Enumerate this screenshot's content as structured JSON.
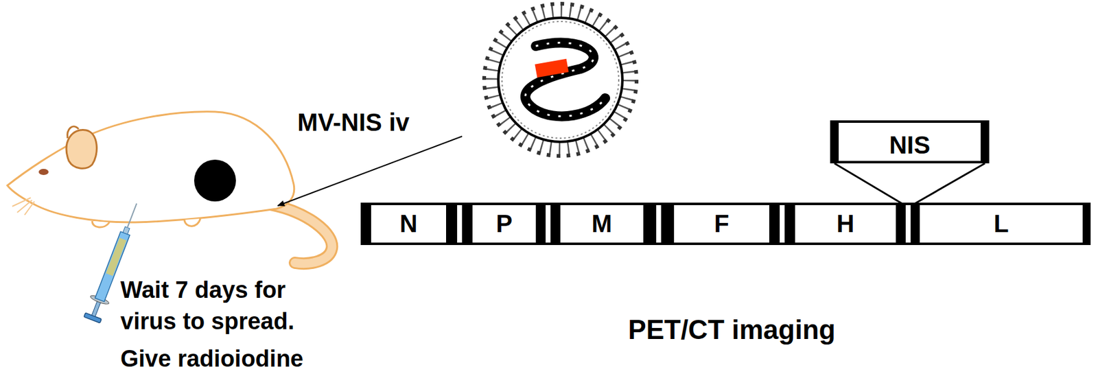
{
  "diagram": {
    "nodes": [
      {
        "text": [
          "N"
        ]
      },
      {
        "text": [
          "P"
        ]
      },
      {
        "text": [
          "M"
        ]
      },
      {
        "text": [
          "F"
        ]
      },
      {
        "text": [
          "H"
        ]
      },
      {
        "text": [
          "L"
        ]
      },
      {
        "text": [
          "NIS"
        ]
      }
    ],
    "labels": [
      "MV-NIS iv",
      "Wait 7 days for virus to spread.",
      "Give radioiodine",
      "PET/CT imaging"
    ]
  }
}
